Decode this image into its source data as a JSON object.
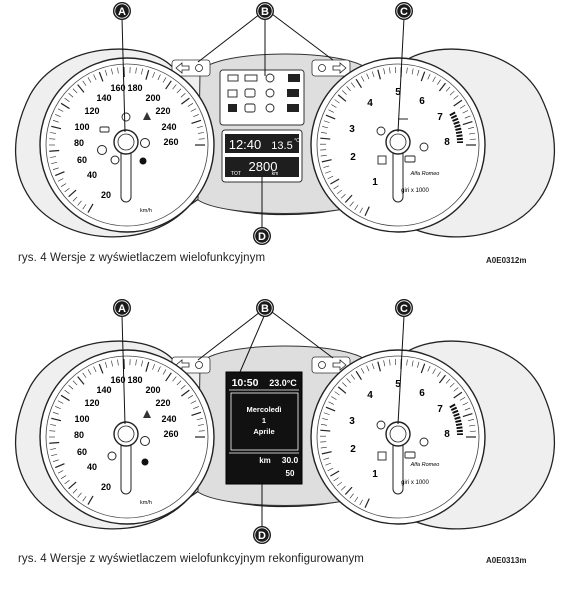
{
  "figure1": {
    "callouts": [
      "A",
      "B",
      "C",
      "D"
    ],
    "speedo": {
      "labels": [
        "20",
        "40",
        "60",
        "80",
        "100",
        "120",
        "140",
        "160",
        "180",
        "200",
        "220",
        "240",
        "260"
      ],
      "unit": "km/h"
    },
    "tacho": {
      "labels": [
        "1",
        "2",
        "3",
        "4",
        "5",
        "6",
        "7",
        "8"
      ],
      "unit": "giri x 1000",
      "brand": "Alfa Romeo"
    },
    "display": {
      "time": "12:40",
      "temp": "13.5",
      "temp_unit": "°C",
      "odo": "2800",
      "odo_left": "TOT",
      "odo_unit": "km"
    },
    "caption": "rys. 4 Wersje z wyświetlaczem wielofunkcyjnym",
    "code": "A0E0312m"
  },
  "figure2": {
    "callouts": [
      "A",
      "B",
      "C",
      "D"
    ],
    "display": {
      "time": "10:50",
      "temp": "23.0°C",
      "day": "Mercoledì",
      "date": "1",
      "month": "Aprile",
      "odo_unit": "km",
      "odo_value": "30.0",
      "speed": "50"
    },
    "caption": "rys. 4 Wersje z wyświetlaczem wielofunkcyjnym rekonfigurowanym",
    "code": "A0E0313m"
  }
}
